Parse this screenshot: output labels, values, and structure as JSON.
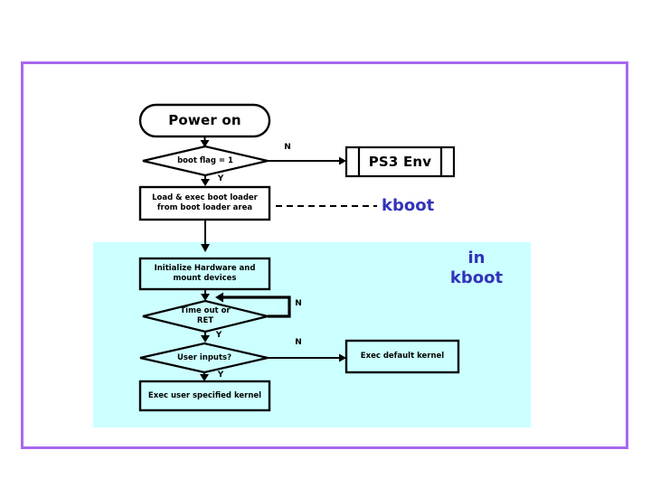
{
  "flowchart": {
    "start": {
      "label": "Power on"
    },
    "decisions": {
      "boot_flag": {
        "label": "boot flag = 1",
        "no": "N",
        "yes": "Y"
      },
      "timeout": {
        "line1": "Time out or",
        "line2": "RET",
        "no": "N",
        "yes": "Y"
      },
      "user_inputs": {
        "label": "User inputs?",
        "no": "N",
        "yes": "Y"
      }
    },
    "processes": {
      "ps3_env": {
        "label": "PS3 Env"
      },
      "load_boot_loader": {
        "line1": "Load & exec boot loader",
        "line2": "from boot loader area"
      },
      "init_hardware": {
        "line1": "Initialize Hardware and",
        "line2": "mount devices"
      },
      "exec_default": {
        "label": "Exec default kernel"
      },
      "exec_user": {
        "label": "Exec user specified kernel"
      }
    },
    "annotations": {
      "kboot": "kboot",
      "in_kboot": "in kboot"
    },
    "colors": {
      "frame_purple": "#a868f0",
      "region_cyan": "#ccffff",
      "annotation_blue": "#3333bb",
      "line_black": "#000000"
    }
  }
}
